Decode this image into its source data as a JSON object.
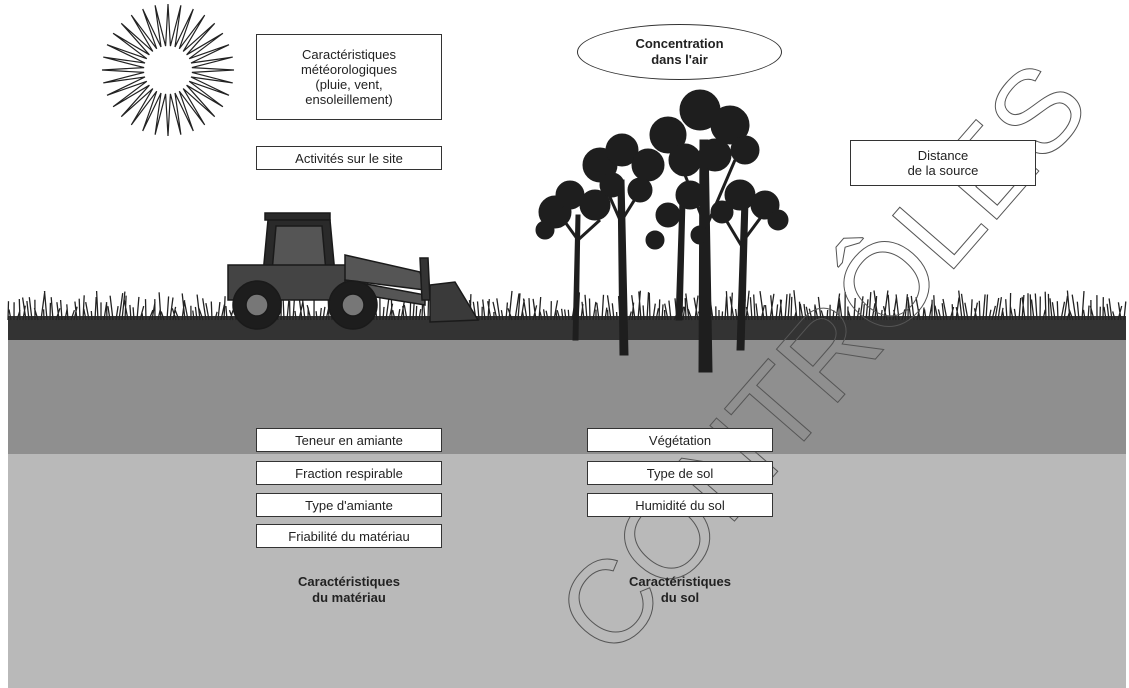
{
  "boxes": {
    "meteo": "Caractéristiques\nmétéorologiques\n(pluie, vent,\nensoleillement)",
    "activites": "Activités sur le site",
    "distance": "Distance\nde la source",
    "teneur": "Teneur en amiante",
    "fraction": "Fraction respirable",
    "type_amiante": "Type d'amiante",
    "friabilite": "Friabilité du matériau",
    "vegetation": "Végétation",
    "type_sol": "Type de sol",
    "humidite": "Humidité du sol"
  },
  "concentration": "Concentration\ndans l'air",
  "captions": {
    "materiau": "Caractéristiques\ndu matériau",
    "sol": "Caractéristiques\ndu sol"
  },
  "watermark": "CONTRÔLES",
  "colors": {
    "ground_dark": "#8f8f8f",
    "ground_light": "#b9b9b9",
    "ink": "#222222"
  }
}
